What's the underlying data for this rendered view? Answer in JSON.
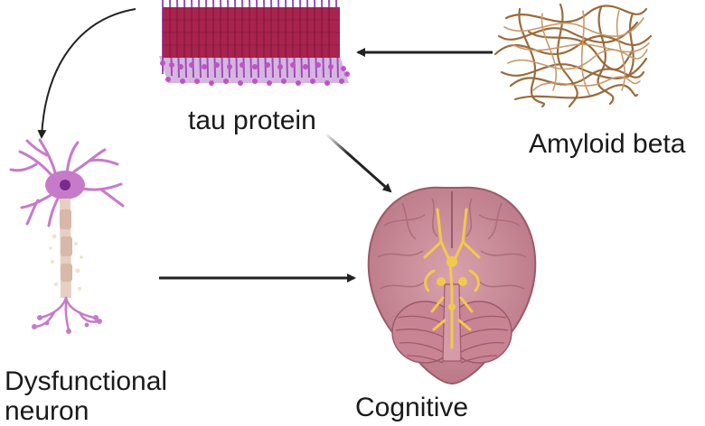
{
  "labels": {
    "tau": "tau protein",
    "amyloid": "Amyloid beta",
    "neuron": "Dysfunctional neuron",
    "cognitive": "Cognitive"
  },
  "colors": {
    "tau_body": "#a8244f",
    "tau_rod": "#9b4fb5",
    "tau_bead": "#c052c8",
    "amyloid_fiber": "#9a6b3c",
    "neuron_body": "#c77ac9",
    "neuron_nucleus": "#7a2b8a",
    "axon": "#e8cfc4",
    "brain": "#c98d99",
    "brain_dark": "#a8697a",
    "nerve": "#f2c94c",
    "arrow": "#222222"
  },
  "icons": [
    "tau-protein-fibril-icon",
    "amyloid-beta-plaque-icon",
    "neuron-icon",
    "brain-icon"
  ]
}
